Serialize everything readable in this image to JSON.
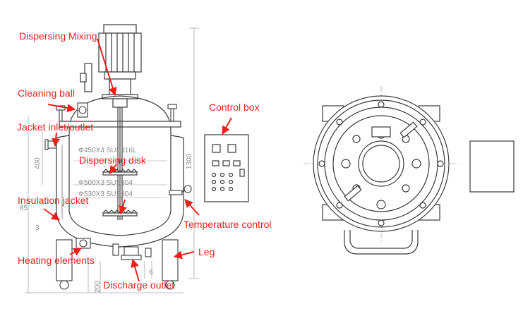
{
  "labels": {
    "dispersing_mixing": "Dispersing Mixing",
    "cleaning_ball": "Cleaning ball",
    "jacket_inlet_outlet": "Jacket inlet/outlet",
    "dispersing_disk": "Dispersing disk",
    "insulation_jacket": "Insulation jacket",
    "heating_elements": "Heating elements",
    "discharge_outlet": "Discharge outlet",
    "leg": "Leg",
    "temperature_control": "Temperature control",
    "control_box": "Control box"
  },
  "dimensions": {
    "inner_spec": "Φ450X4 SUS316L",
    "mid_spec": "Φ500X3 SUS304",
    "outer_spec": "Φ530X3 SUS304",
    "height_400": "400",
    "height_1300": "1300",
    "height_85": "85",
    "height_200": "200",
    "mark_6": "6",
    "mark_3": "3"
  },
  "colors": {
    "annotation": "#e8221b",
    "line": "#3a3a3a",
    "dim_line": "#9a9a9a"
  }
}
